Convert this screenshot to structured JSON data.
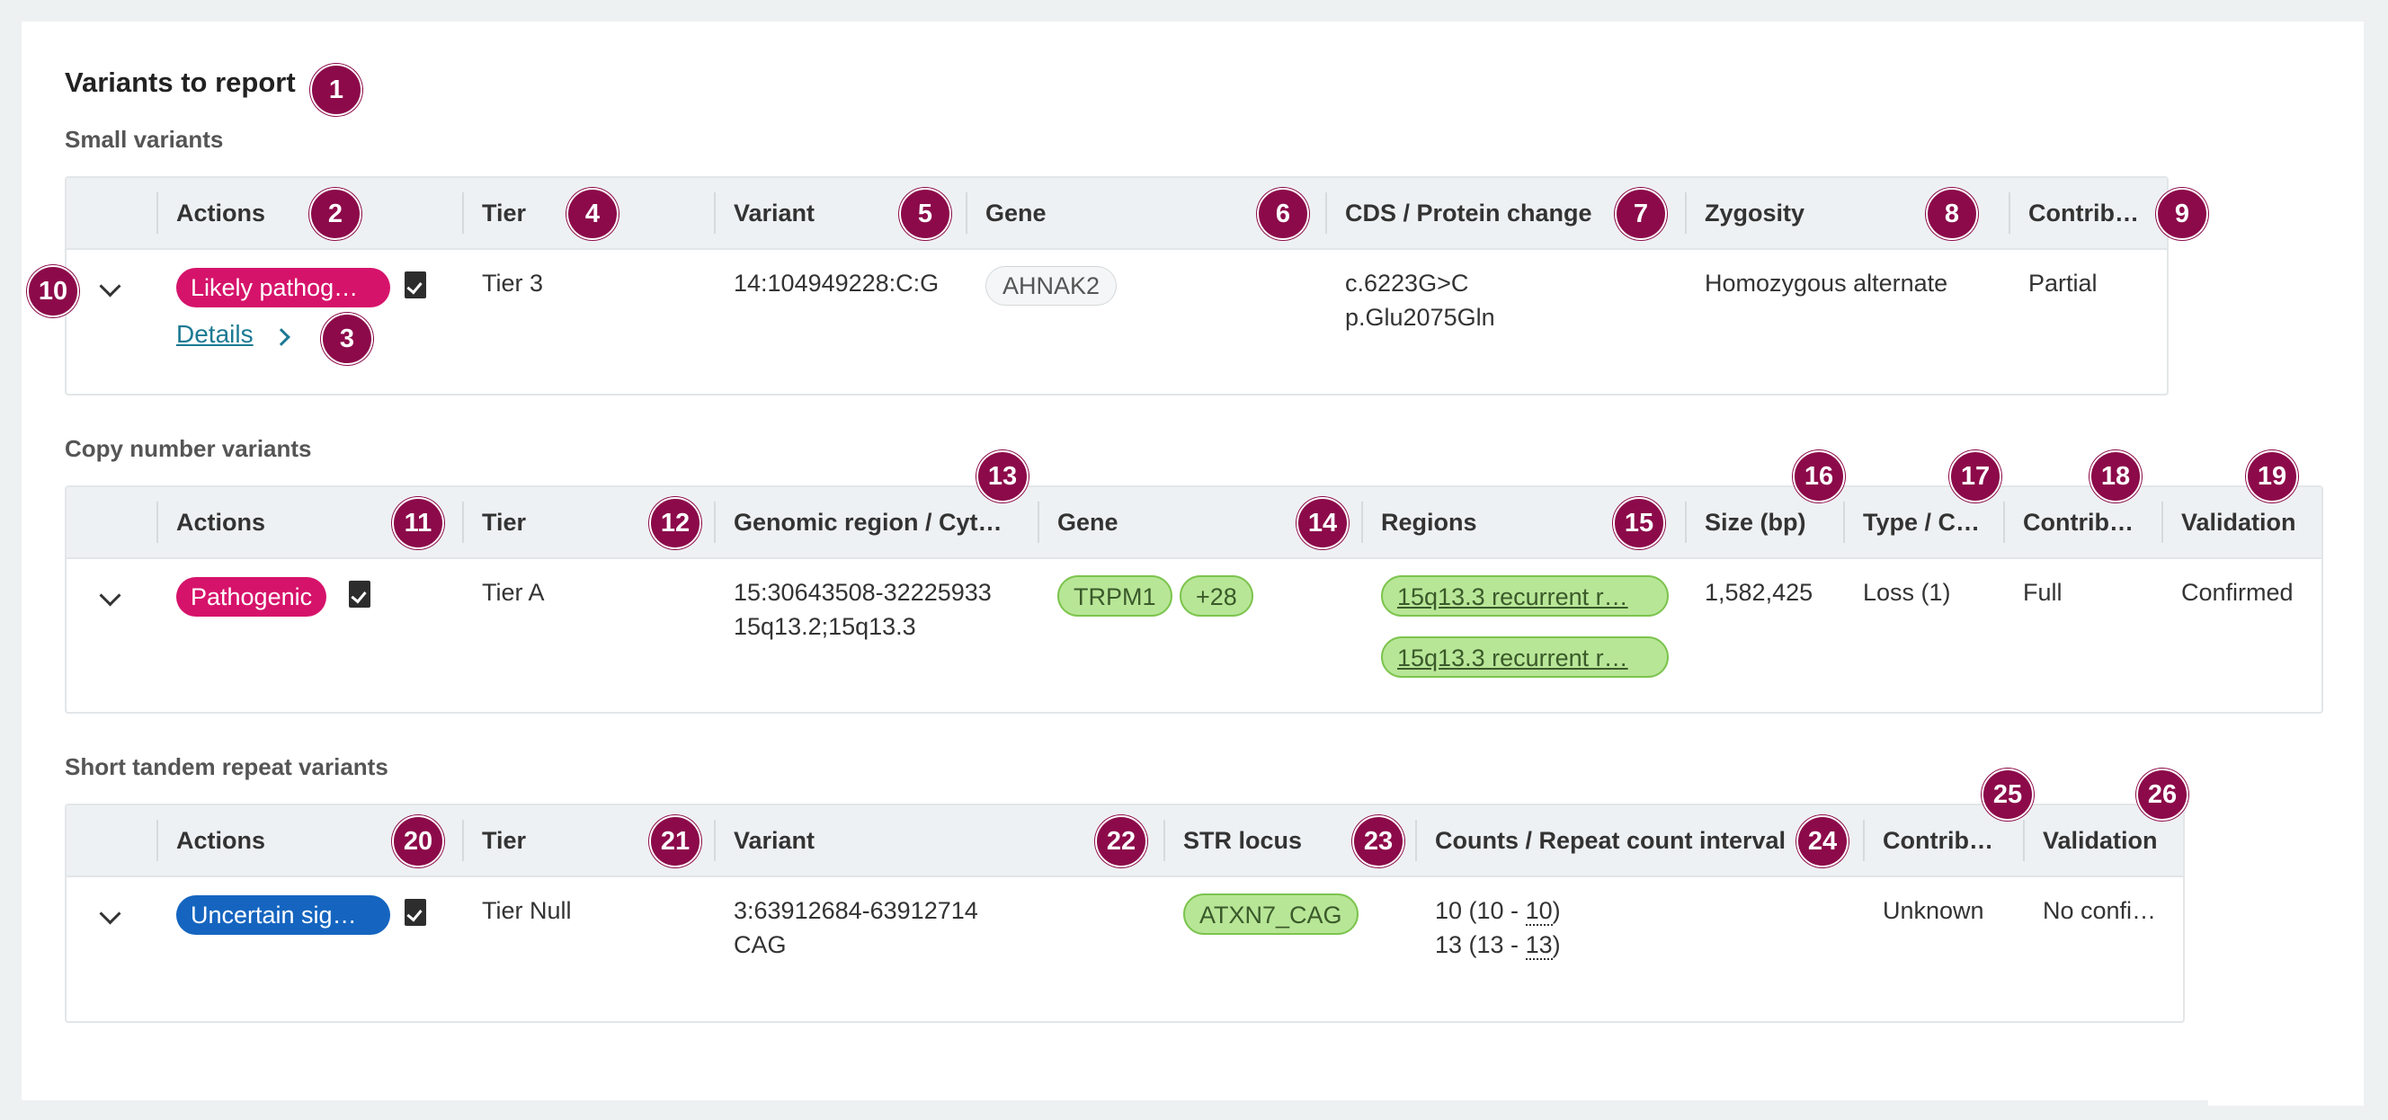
{
  "title": "Variants to report",
  "small": {
    "section_title": "Small variants",
    "headers": [
      "Actions",
      "Tier",
      "Variant",
      "Gene",
      "CDS / Protein change",
      "Zygosity",
      "Contrib…"
    ],
    "row": {
      "classification": "Likely pathog…",
      "details_link": "Details",
      "tier": "Tier 3",
      "variant": "14:104949228:C:G",
      "gene": "AHNAK2",
      "cds": "c.6223G>C",
      "protein": "p.Glu2075Gln",
      "zygosity": "Homozygous alternate",
      "contribution": "Partial"
    }
  },
  "cnv": {
    "section_title": "Copy number variants",
    "headers": [
      "Actions",
      "Tier",
      "Genomic region / Cyt…",
      "Gene",
      "Regions",
      "Size (bp)",
      "Type / C…",
      "Contrib…",
      "Validation"
    ],
    "row": {
      "classification": "Pathogenic",
      "tier": "Tier A",
      "region": "15:30643508-32225933",
      "cytoband": "15q13.2;15q13.3",
      "gene": "TRPM1",
      "gene_more": "+28",
      "regions": [
        "15q13.3 recurrent r…",
        "15q13.3 recurrent r…"
      ],
      "size": "1,582,425",
      "type": "Loss (1)",
      "contribution": "Full",
      "validation": "Confirmed"
    }
  },
  "str": {
    "section_title": "Short tandem repeat variants",
    "headers": [
      "Actions",
      "Tier",
      "Variant",
      "STR locus",
      "Counts / Repeat count interval",
      "Contrib…",
      "Validation"
    ],
    "row": {
      "classification": "Uncertain sig…",
      "tier": "Tier Null",
      "variant": "3:63912684-63912714",
      "repeat_unit": "CAG",
      "locus": "ATXN7_CAG",
      "count1_prefix": "10 (10 - ",
      "count1_end": "10",
      "count2_prefix": "13 (13 - ",
      "count2_end": "13",
      "paren": ")",
      "contribution": "Unknown",
      "validation": "No confi…"
    }
  },
  "markers": [
    "1",
    "2",
    "3",
    "4",
    "5",
    "6",
    "7",
    "8",
    "9",
    "10",
    "11",
    "12",
    "13",
    "14",
    "15",
    "16",
    "17",
    "18",
    "19",
    "20",
    "21",
    "22",
    "23",
    "24",
    "25",
    "26"
  ],
  "colors": {
    "marker": "#8c0a4a",
    "pathogenic": "#d6136b",
    "uncertain": "#1565c0",
    "green_chip": "#b8e697",
    "link": "#1b7a93"
  }
}
